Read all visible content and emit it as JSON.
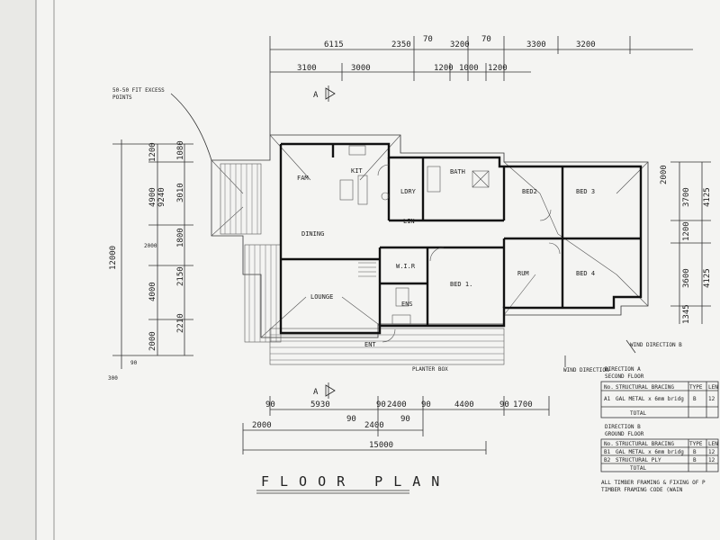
{
  "title": "FLOOR PLAN",
  "note_top_left": [
    "50-50 FIT EXCESS",
    "POINTS"
  ],
  "section_labels": [
    "A",
    "A"
  ],
  "rooms": {
    "fam": "FAM",
    "kit": "KIT",
    "bath": "BATH",
    "ldry": "LDRY",
    "linen": "LIN",
    "bed2": "BED2",
    "bed3": "BED 3",
    "dining": "DINING",
    "wir": "W.I.R",
    "bed1": "BED 1.",
    "rum": "RUM",
    "bed4": "BED 4",
    "lounge": "LOUNGE",
    "ens": "ENS",
    "ent": "ENT",
    "planter": "PLANTER BOX"
  },
  "top_dims_row1": [
    "6115",
    "2350",
    "70",
    "3200",
    "70",
    "3300",
    "3200"
  ],
  "top_dims_row2": [
    "3100",
    "3000",
    "1200",
    "1000",
    "1200"
  ],
  "bottom_dims_row1": [
    "90",
    "5930",
    "90",
    "2400",
    "90",
    "4400",
    "90",
    "1700"
  ],
  "bottom_dims_row2": [
    "2000",
    "90",
    "2400",
    "90"
  ],
  "bottom_total": "15000",
  "left_dims_outer": [
    "12000"
  ],
  "left_dims_inner": [
    "1200",
    "4900",
    "9240",
    "4000",
    "2000"
  ],
  "left_dims_inner2": [
    "1080",
    "3010",
    "1800",
    "2150",
    "2210"
  ],
  "left_misc": [
    "90",
    "300",
    "2000"
  ],
  "right_dims": [
    "2000",
    "3700",
    "4125",
    "1200",
    "3600",
    "4125",
    "1345"
  ],
  "wind": {
    "label": "WIND DIRECTION",
    "b": "WIND DIRECTION B"
  },
  "table_a": {
    "heading": [
      "DIRECTION A",
      "SECOND FLOOR"
    ],
    "cols": [
      "No.",
      "STRUCTURAL BRACING",
      "TYPE",
      "LEN"
    ],
    "rows": [
      [
        "A1",
        "GAL METAL x 6mm bridg",
        "B",
        "12"
      ]
    ],
    "total": "TOTAL"
  },
  "table_b": {
    "heading": [
      "DIRECTION B",
      "GROUND FLOOR"
    ],
    "cols": [
      "No.",
      "STRUCTURAL BRACING",
      "TYPE",
      "LEN"
    ],
    "rows": [
      [
        "B1",
        "GAL METAL x 6mm bridg",
        "B",
        "12"
      ],
      [
        "B2",
        "STRUCTURAL PLY",
        "B",
        "12"
      ]
    ],
    "total": "TOTAL"
  },
  "footer_note": [
    "ALL TIMBER FRAMING & FIXING OF P",
    "TIMBER FRAMING CODE (WAIN"
  ]
}
